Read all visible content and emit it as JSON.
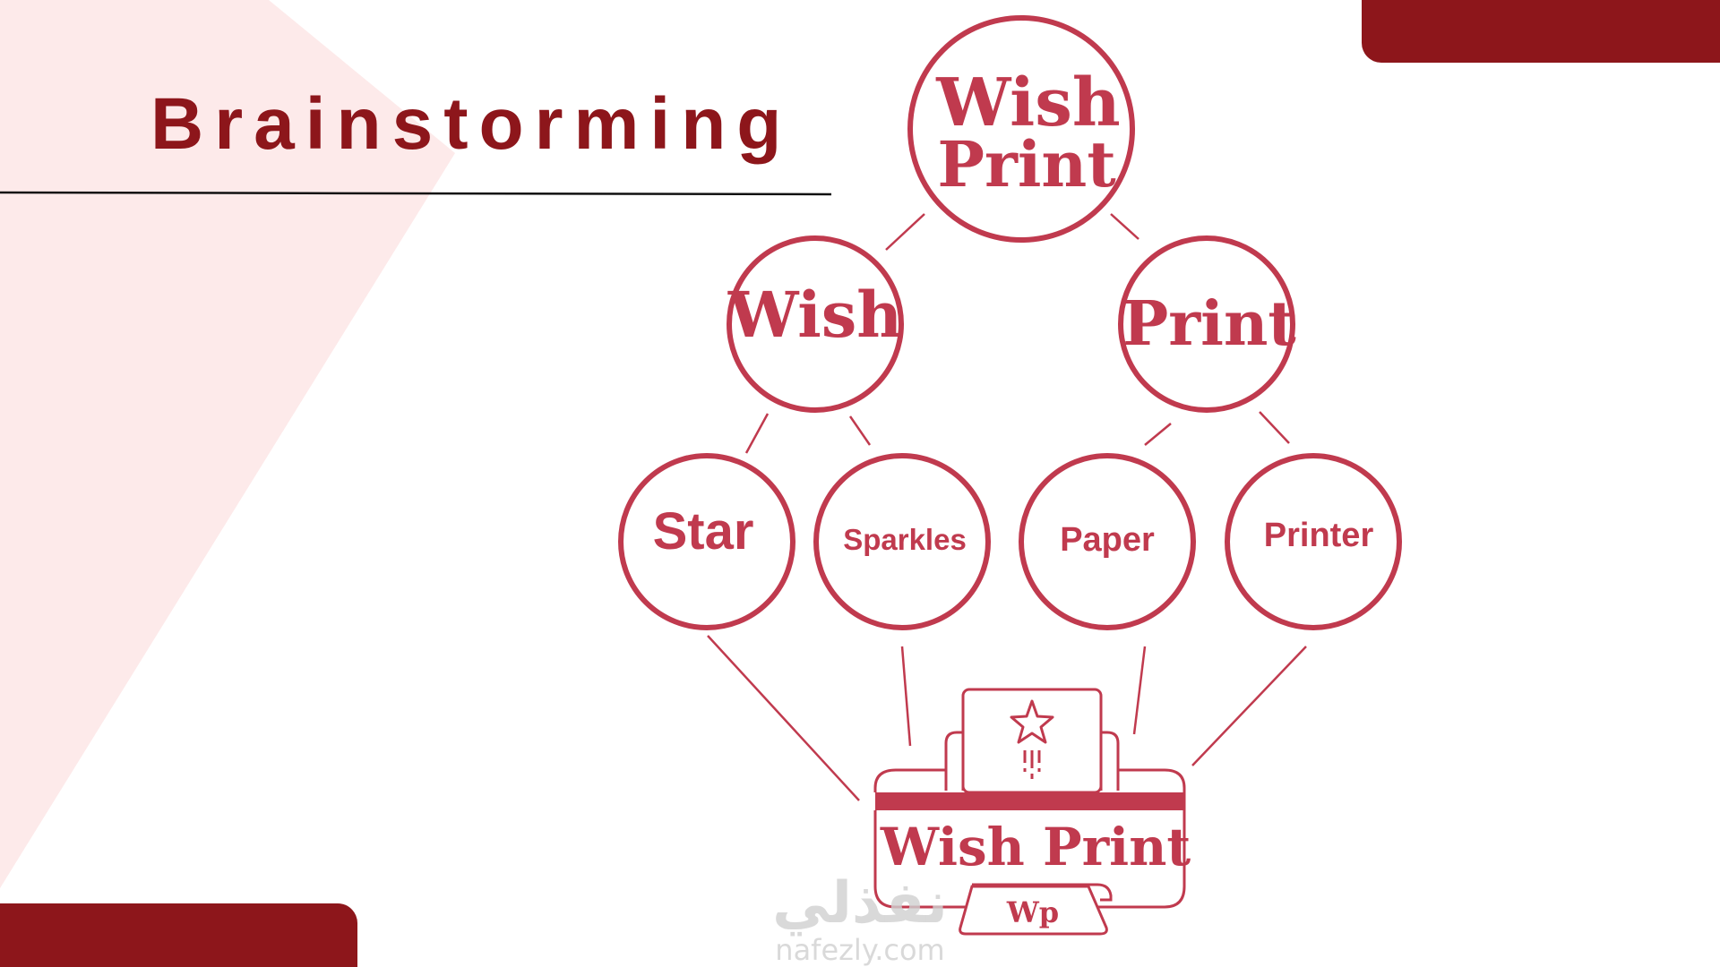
{
  "title": "Brainstorming",
  "colors": {
    "dark_red": "#8d161b",
    "accent": "#c03a4e",
    "pink_bg": "#fdeaea",
    "watermark": "#d8d8d8"
  },
  "diagram": {
    "root": {
      "line1": "Wish",
      "line2": "Print"
    },
    "level1": [
      {
        "label": "Wish"
      },
      {
        "label": "Print"
      }
    ],
    "level2": [
      {
        "label": "Star"
      },
      {
        "label": "Sparkles"
      },
      {
        "label": "Paper"
      },
      {
        "label": "Printer"
      }
    ],
    "logo": {
      "name": "Wish Print",
      "monogram": "Wp",
      "icon": "star-icon"
    }
  },
  "watermark": {
    "arabic": "نفذلي",
    "latin": "nafezly.com"
  }
}
